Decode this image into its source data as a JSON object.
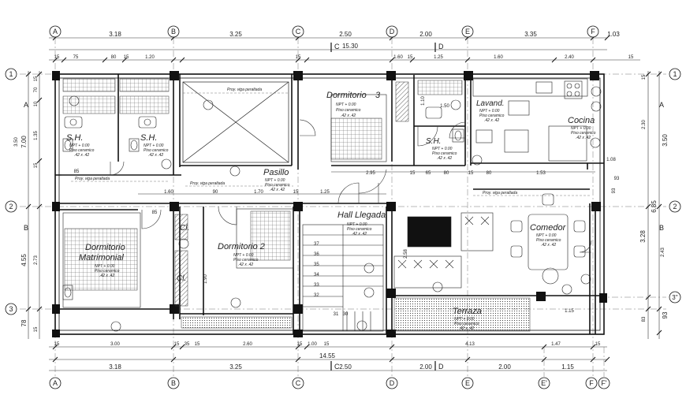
{
  "grid": {
    "columns": [
      "A",
      "B",
      "C",
      "D",
      "E",
      "E'",
      "F",
      "F'"
    ],
    "columns_top": [
      "A",
      "B",
      "C",
      "D",
      "E",
      "F"
    ],
    "columns_bottom": [
      "A",
      "B",
      "C",
      "D",
      "E",
      "E'",
      "F",
      "F'"
    ],
    "rows": [
      "1",
      "2",
      "3",
      "3''"
    ]
  },
  "sections": {
    "a": "A",
    "b": "B",
    "c": "C",
    "d": "D"
  },
  "dimensions": {
    "top_axis": [
      "3.18",
      "3.25",
      "2.50",
      "2.00",
      "3.35",
      "1.03"
    ],
    "top_total": "15.30",
    "top_detail": [
      "15",
      "75",
      "80",
      "15",
      "1.20",
      "15",
      "1.60",
      "15",
      "1.25",
      "1.60",
      "2.40",
      "15"
    ],
    "bottom_axis": [
      "3.18",
      "3.25",
      "2.50",
      "2.00",
      "2.00",
      "1.15"
    ],
    "bottom_total": "14.55",
    "bottom_detail": [
      "15",
      "3.00",
      "15",
      "35",
      "15",
      "2.60",
      "15",
      "1.00",
      "15",
      "4.13",
      "1.47",
      "15"
    ],
    "left_axis": [
      "7.00",
      "4.55",
      "78"
    ],
    "left_detail": [
      "15",
      "70",
      "10",
      "1.35",
      "15",
      "3.50",
      "2.73",
      "15"
    ],
    "right_axis": [
      "3.50",
      "6.85",
      "3.28",
      "93"
    ],
    "right_detail": [
      "2.30",
      "2.43",
      "83",
      "93",
      "15"
    ],
    "interior": [
      "85",
      "1.60",
      "90",
      "1.70",
      "15",
      "1.25",
      "2.95",
      "15",
      "65",
      "80",
      "15",
      "80",
      "1.53",
      "1.08",
      "93",
      "85",
      "1.50",
      "1.10",
      "2.58",
      "1.90",
      "31",
      "30",
      "1.15"
    ]
  },
  "rooms": {
    "sh1": "S.H.",
    "sh2": "S.H.",
    "sh3": "S.H.",
    "dormitorio_top": "Dormitorio",
    "lavand": "Lavand.",
    "cocina": "Cocina",
    "pasillo": "Pasillo",
    "hall": "Hall Llegada",
    "comedor": "Comedor",
    "dorm_matrimonial_1": "Dormitorio",
    "dorm_matrimonial_2": "Matrimonial",
    "dormitorio2": "Dormitorio 2",
    "cl1": "Cl.",
    "cl2": "Cl.",
    "terraza": "Terraza",
    "dorm_top_suffix": "3"
  },
  "notes": {
    "viga": "Proy. viga peraltada",
    "npt": "NPT + 0.00",
    "piso": "Piso ceramico",
    "size": ".42 x .42"
  },
  "stair_numbers": [
    "37",
    "36",
    "35",
    "34",
    "33",
    "32"
  ],
  "colors": {
    "line": "#111111",
    "hatch": "#444444",
    "dim": "#333333"
  }
}
